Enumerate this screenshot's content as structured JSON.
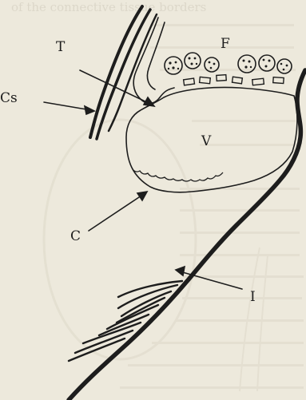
{
  "figure": {
    "background": "#ede9dc",
    "ink": "#1d1d1d",
    "bleed_text_color": "#cfcabb",
    "top_bleed_text": "of the connective tissue borders",
    "labels": {
      "T": "T",
      "F": "F",
      "Cs": "Cs",
      "V": "V",
      "C": "C",
      "I": "I"
    }
  }
}
